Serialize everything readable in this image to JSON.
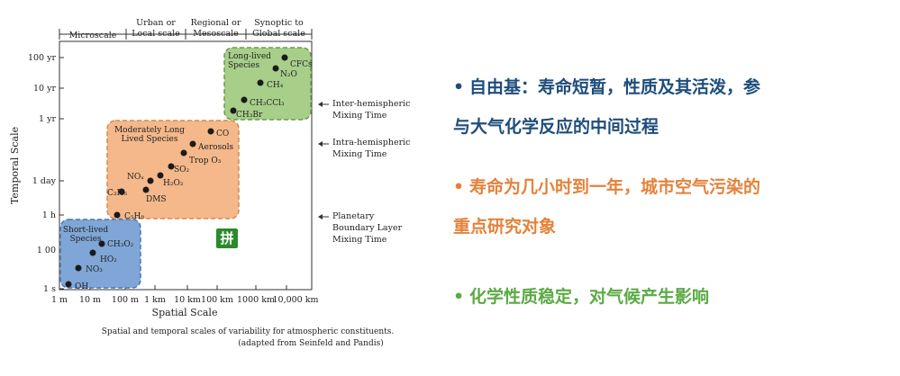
{
  "figure": {
    "header_columns": [
      {
        "label_lines": [
          "Microscale"
        ]
      },
      {
        "label_lines": [
          "Urban or",
          "Local scale"
        ]
      },
      {
        "label_lines": [
          "Regional or",
          "Mesoscale"
        ]
      },
      {
        "label_lines": [
          "Synoptic to",
          "Global scale"
        ]
      }
    ],
    "y_axis_label": "Temporal Scale",
    "x_axis_label": "Spatial Scale",
    "y_ticks": [
      "100 yr",
      "10 yr",
      "1 yr",
      "1 day",
      "1 h",
      "1 00",
      "1 s"
    ],
    "x_ticks": [
      "1 m",
      "10 m",
      "100 m",
      "1 km",
      "10 km",
      "100 km",
      "1000 km",
      "10,000 km"
    ],
    "right_annotations": [
      {
        "id": "inter",
        "lines": [
          "Inter-hemispheric",
          "Mixing Time"
        ]
      },
      {
        "id": "intra",
        "lines": [
          "Intra-hemispheric",
          "Mixing Time"
        ]
      },
      {
        "id": "pbl",
        "lines": [
          "Planetary",
          "Boundary Layer",
          "Mixing Time"
        ]
      }
    ],
    "groups": [
      {
        "id": "long",
        "label_lines": [
          "Long-lived",
          "Species"
        ],
        "fill": "#a8cf8a",
        "stroke": "#6d9a4e",
        "species": [
          {
            "label": "CFCs"
          },
          {
            "label": "N₂O"
          },
          {
            "label": "CH₄"
          },
          {
            "label": "CH₃CCl₃"
          },
          {
            "label": "CH₃Br"
          }
        ]
      },
      {
        "id": "moderate",
        "label_lines": [
          "Moderately Long",
          "Lived Species"
        ],
        "fill": "#f4b88a",
        "stroke": "#d18b55",
        "species": [
          {
            "label": "CO"
          },
          {
            "label": "Aerosols"
          },
          {
            "label": "Trop O₃"
          },
          {
            "label": "SO₂"
          },
          {
            "label": "H₂O₂"
          },
          {
            "label": "NOₓ"
          },
          {
            "label": "C₃H₆"
          },
          {
            "label": "DMS"
          },
          {
            "label": "C₅H₈"
          }
        ]
      },
      {
        "id": "short",
        "label_lines": [
          "Short-lived",
          "Species"
        ],
        "fill": "#7fa6d6",
        "stroke": "#4f77b0",
        "species": [
          {
            "label": "CH₃O₂"
          },
          {
            "label": "HO₂"
          },
          {
            "label": "NO₃"
          },
          {
            "label": "OH"
          }
        ]
      }
    ],
    "caption_lines": [
      "Spatial and temporal scales of variability for atmospheric constituents.",
      "(adapted from Seinfeld and Pandis)"
    ]
  },
  "badge": "拼",
  "bullets": {
    "b1_line1": "自由基：寿命短暂，性质及其活泼，参",
    "b1_line2": "与大气化学反应的中间过程",
    "b2_line1": "寿命为几小时到一年，城市空气污染的",
    "b2_line2": "重点研究对象",
    "b3": "化学性质稳定，对气候产生影响",
    "dot": "•"
  }
}
